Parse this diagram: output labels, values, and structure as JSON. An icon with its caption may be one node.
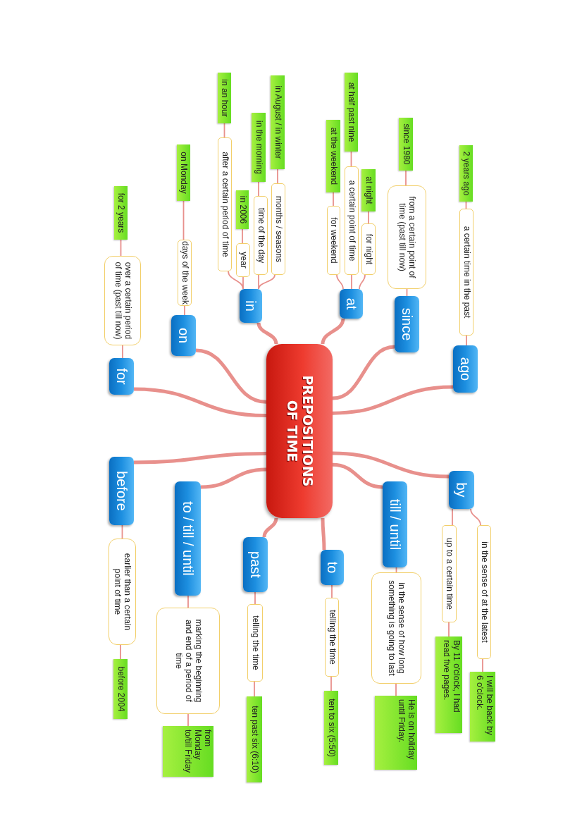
{
  "diagram": {
    "nodes": [
      {
        "text": [
          "PREPOSITIONS OF TIME"
        ]
      },
      {
        "text": [
          "ago"
        ]
      },
      {
        "text": [
          "a certain time in the past"
        ]
      },
      {
        "text": [
          "2 years ago"
        ]
      },
      {
        "text": [
          "since"
        ]
      },
      {
        "text": [
          "from a certain point of time (past till now)"
        ]
      },
      {
        "text": [
          "since 1980"
        ]
      },
      {
        "text": [
          "at"
        ]
      },
      {
        "text": [
          "for night"
        ]
      },
      {
        "text": [
          "at night"
        ]
      },
      {
        "text": [
          "a certain point of time"
        ]
      },
      {
        "text": [
          "at half past nine"
        ]
      },
      {
        "text": [
          "for weekend"
        ]
      },
      {
        "text": [
          "at the weekend"
        ]
      },
      {
        "text": [
          "in"
        ]
      },
      {
        "text": [
          "months / seasons"
        ]
      },
      {
        "text": [
          "in August / in winter"
        ]
      },
      {
        "text": [
          "time of the day"
        ]
      },
      {
        "text": [
          "in the morning"
        ]
      },
      {
        "text": [
          "year"
        ]
      },
      {
        "text": [
          "in 2006"
        ]
      },
      {
        "text": [
          "after a certain period of time"
        ]
      },
      {
        "text": [
          "in an hour"
        ]
      },
      {
        "text": [
          "on"
        ]
      },
      {
        "text": [
          "days of the week"
        ]
      },
      {
        "text": [
          "on Monday"
        ]
      },
      {
        "text": [
          "for"
        ]
      },
      {
        "text": [
          "over a certain period of time (past till now)"
        ]
      },
      {
        "text": [
          "for 2 years"
        ]
      },
      {
        "text": [
          "before"
        ]
      },
      {
        "text": [
          "earlier than a certain point of time"
        ]
      },
      {
        "text": [
          "before 2004"
        ]
      },
      {
        "text": [
          "to / till / until"
        ]
      },
      {
        "text": [
          "marking the beginning and end of a period of time"
        ]
      },
      {
        "text": [
          "from Monday to/till Friday"
        ]
      },
      {
        "text": [
          "past"
        ]
      },
      {
        "text": [
          "telling the time"
        ]
      },
      {
        "text": [
          "ten past six (6:10)"
        ]
      },
      {
        "text": [
          "to"
        ]
      },
      {
        "text": [
          "telling the time"
        ]
      },
      {
        "text": [
          "ten to six (5:50)"
        ]
      },
      {
        "text": [
          "till / until"
        ]
      },
      {
        "text": [
          "in the sense of how long something is going to last"
        ]
      },
      {
        "text": [
          "He is on holiday until Friday."
        ]
      },
      {
        "text": [
          "by"
        ]
      },
      {
        "text": [
          "in the sense of at the latest"
        ]
      },
      {
        "text": [
          "I will be back by 6 o'clock."
        ]
      },
      {
        "text": [
          "up to a certain time"
        ]
      },
      {
        "text": [
          "By 11 o'clock, I had read five pages."
        ]
      }
    ],
    "edges": [
      {
        "from": 0,
        "to": 1,
        "arrow": "none",
        "style": "thick"
      },
      {
        "from": 0,
        "to": 4,
        "arrow": "none",
        "style": "thick"
      },
      {
        "from": 0,
        "to": 7,
        "arrow": "none",
        "style": "thick"
      },
      {
        "from": 0,
        "to": 14,
        "arrow": "none",
        "style": "thick"
      },
      {
        "from": 0,
        "to": 23,
        "arrow": "none",
        "style": "thick"
      },
      {
        "from": 0,
        "to": 26,
        "arrow": "none",
        "style": "thick"
      },
      {
        "from": 0,
        "to": 29,
        "arrow": "none",
        "style": "thick"
      },
      {
        "from": 0,
        "to": 32,
        "arrow": "none",
        "style": "thick"
      },
      {
        "from": 0,
        "to": 35,
        "arrow": "none",
        "style": "thick"
      },
      {
        "from": 0,
        "to": 38,
        "arrow": "none",
        "style": "thick"
      },
      {
        "from": 0,
        "to": 41,
        "arrow": "none",
        "style": "thick"
      },
      {
        "from": 0,
        "to": 44,
        "arrow": "none",
        "style": "thick"
      },
      {
        "from": 1,
        "to": 2,
        "arrow": "none"
      },
      {
        "from": 2,
        "to": 3,
        "arrow": "none"
      },
      {
        "from": 4,
        "to": 5,
        "arrow": "none"
      },
      {
        "from": 5,
        "to": 6,
        "arrow": "none"
      },
      {
        "from": 7,
        "to": 8,
        "arrow": "none"
      },
      {
        "from": 8,
        "to": 9,
        "arrow": "none"
      },
      {
        "from": 7,
        "to": 10,
        "arrow": "none"
      },
      {
        "from": 10,
        "to": 11,
        "arrow": "none"
      },
      {
        "from": 7,
        "to": 12,
        "arrow": "none"
      },
      {
        "from": 12,
        "to": 13,
        "arrow": "none"
      },
      {
        "from": 14,
        "to": 15,
        "arrow": "none"
      },
      {
        "from": 15,
        "to": 16,
        "arrow": "none"
      },
      {
        "from": 14,
        "to": 17,
        "arrow": "none"
      },
      {
        "from": 17,
        "to": 18,
        "arrow": "none"
      },
      {
        "from": 14,
        "to": 19,
        "arrow": "none"
      },
      {
        "from": 19,
        "to": 20,
        "arrow": "none"
      },
      {
        "from": 14,
        "to": 21,
        "arrow": "none"
      },
      {
        "from": 21,
        "to": 22,
        "arrow": "none"
      },
      {
        "from": 23,
        "to": 24,
        "arrow": "none"
      },
      {
        "from": 24,
        "to": 25,
        "arrow": "none"
      },
      {
        "from": 26,
        "to": 27,
        "arrow": "none"
      },
      {
        "from": 27,
        "to": 28,
        "arrow": "none"
      },
      {
        "from": 29,
        "to": 30,
        "arrow": "none"
      },
      {
        "from": 30,
        "to": 31,
        "arrow": "none"
      },
      {
        "from": 32,
        "to": 33,
        "arrow": "none"
      },
      {
        "from": 33,
        "to": 34,
        "arrow": "none"
      },
      {
        "from": 35,
        "to": 36,
        "arrow": "none"
      },
      {
        "from": 36,
        "to": 37,
        "arrow": "none"
      },
      {
        "from": 38,
        "to": 39,
        "arrow": "none"
      },
      {
        "from": 39,
        "to": 40,
        "arrow": "none"
      },
      {
        "from": 41,
        "to": 42,
        "arrow": "none"
      },
      {
        "from": 42,
        "to": 43,
        "arrow": "none"
      },
      {
        "from": 44,
        "to": 45,
        "arrow": "none"
      },
      {
        "from": 45,
        "to": 46,
        "arrow": "none"
      },
      {
        "from": 44,
        "to": 47,
        "arrow": "none"
      },
      {
        "from": 47,
        "to": 48,
        "arrow": "none"
      }
    ]
  }
}
